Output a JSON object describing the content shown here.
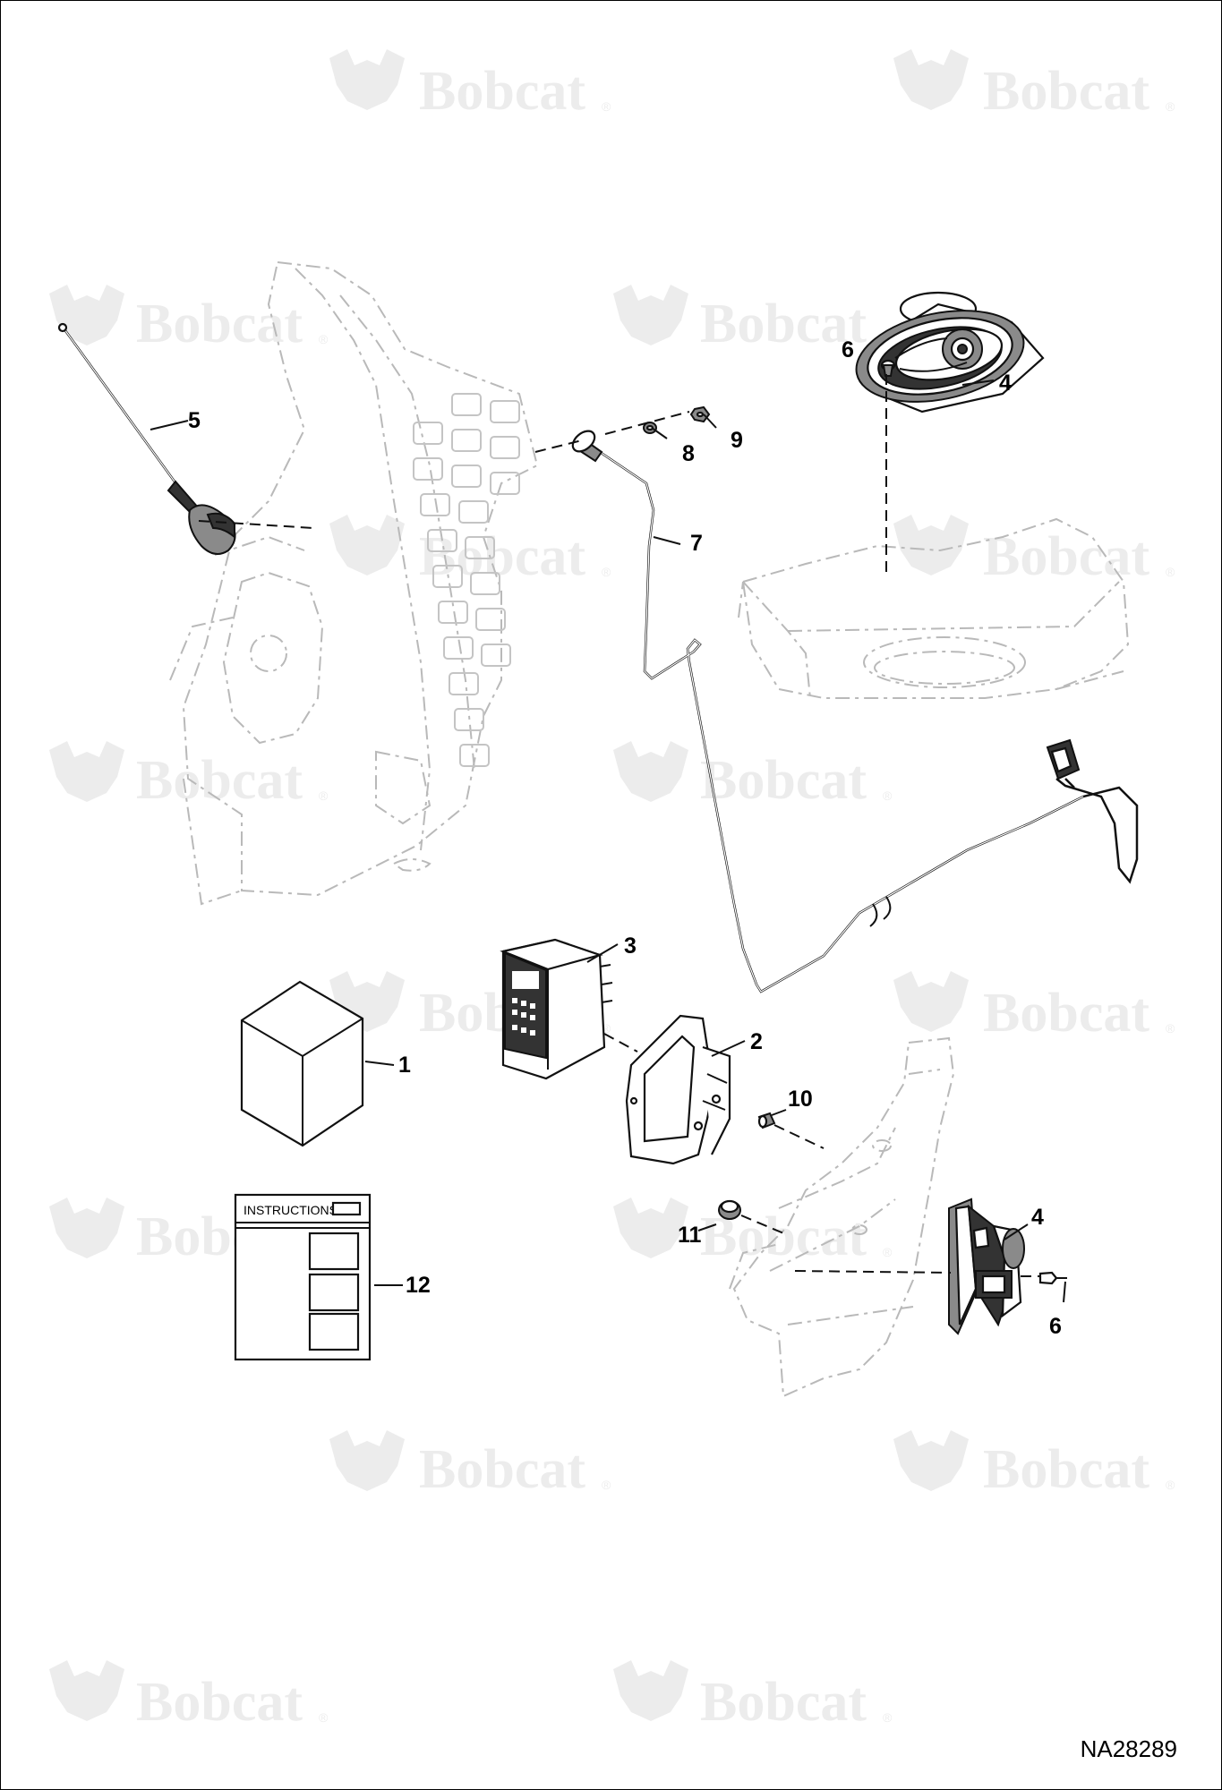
{
  "watermark": {
    "brand": "Bobcat",
    "reg": "®"
  },
  "callouts": {
    "c1": "1",
    "c2": "2",
    "c3": "3",
    "c4_top": "4",
    "c4_bottom": "4",
    "c5": "5",
    "c6_top": "6",
    "c6_bottom": "6",
    "c7": "7",
    "c8": "8",
    "c9": "9",
    "c10": "10",
    "c11": "11",
    "c12": "12"
  },
  "instructions_card": {
    "heading": "INSTRUCTIONS"
  },
  "drawing_id": "NA28289"
}
